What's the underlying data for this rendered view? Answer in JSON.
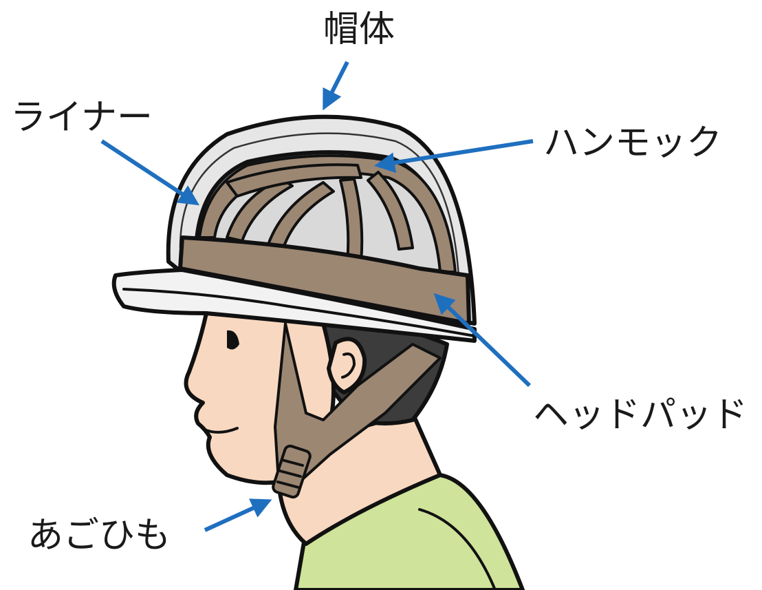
{
  "labels": {
    "shell": "帽体",
    "liner": "ライナー",
    "hammock": "ハンモック",
    "headpad": "ヘッドパッド",
    "chinstrap": "あごひも"
  },
  "colors": {
    "arrow": "#1f6fbf",
    "strap": "#9c8773",
    "shell_inside": "#d9d9d9",
    "skin": "#f8d8c0",
    "hair": "#3c3c3c",
    "shirt": "#cfe39a",
    "brim": "#f2f2f2"
  }
}
